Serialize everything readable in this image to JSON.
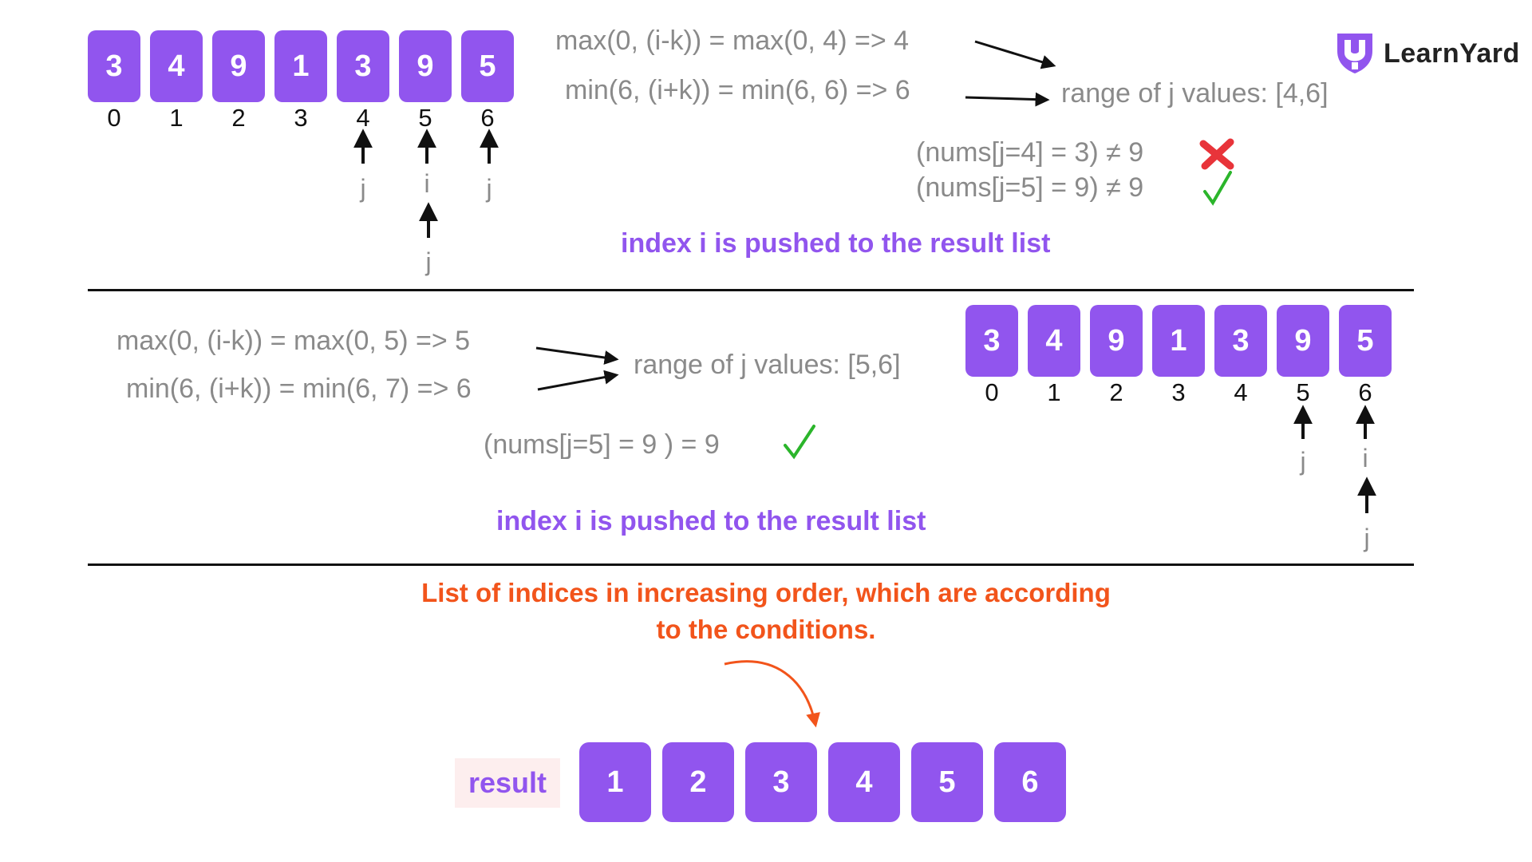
{
  "logo": {
    "text": "LearnYard"
  },
  "step1": {
    "array": [
      "3",
      "4",
      "9",
      "1",
      "3",
      "9",
      "5"
    ],
    "indices": [
      "0",
      "1",
      "2",
      "3",
      "4",
      "5",
      "6"
    ],
    "pointers": {
      "j_left": "j",
      "i": "i",
      "j_right": "j",
      "j_bottom": "j"
    },
    "max_expr": "max(0, (i-k)) = max(0, 4) => 4",
    "min_expr": "min(6, (i+k)) = min(6, 6) => 6",
    "range_text": "range of j values:  [4,6]",
    "check1": "(nums[j=4] = 3) ≠ 9",
    "check2": "(nums[j=5] = 9) ≠ 9",
    "pushed": "index i is pushed to the result list"
  },
  "step2": {
    "array": [
      "3",
      "4",
      "9",
      "1",
      "3",
      "9",
      "5"
    ],
    "indices": [
      "0",
      "1",
      "2",
      "3",
      "4",
      "5",
      "6"
    ],
    "pointers": {
      "j": "j",
      "i": "i",
      "j_bottom": "j"
    },
    "max_expr": "max(0, (i-k)) = max(0, 5) => 5",
    "min_expr": "min(6, (i+k)) = min(6, 7) => 6",
    "range_text": "range of j values:  [5,6]",
    "check": "(nums[j=5] = 9 ) = 9",
    "pushed": "index i is pushed to the result list"
  },
  "summary": {
    "line1": "List of indices in increasing order, which are according",
    "line2": "to the conditions."
  },
  "result": {
    "label": "result",
    "values": [
      "1",
      "2",
      "3",
      "4",
      "5",
      "6"
    ]
  },
  "colors": {
    "purple": "#9155ee",
    "orange": "#f2541b",
    "red": "#e8343a",
    "green": "#2bb52b",
    "gray": "#8a8a8a"
  }
}
